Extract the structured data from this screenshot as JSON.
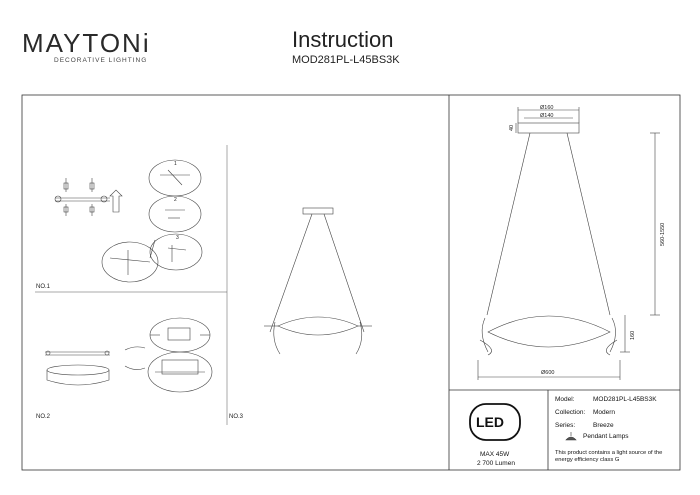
{
  "brand": {
    "name": "MAYTONi",
    "tagline": "DECORATIVE LIGHTING"
  },
  "header": {
    "title": "Instruction",
    "model": "MOD281PL-L45BS3K"
  },
  "steps": {
    "no1": "NO.1",
    "no2": "NO.2",
    "no3": "NO.3",
    "sub1": "1",
    "sub2": "2",
    "sub3": "3"
  },
  "dimensions": {
    "d1": "Ø160",
    "d2": "Ø140",
    "h_canopy": "40",
    "h_cable": "560-1550",
    "h_body": "160",
    "width": "Ø600"
  },
  "led_panel": {
    "icon_text": "LED",
    "max_power": "MAX 45W",
    "lumen": "2 700 Lumen"
  },
  "specs": {
    "model_label": "Model:",
    "model_value": "MOD281PL-L45BS3K",
    "collection_label": "Collection:",
    "collection_value": "Modern",
    "series_label": "Series:",
    "series_value": "Breeze",
    "type_value": "Pendant Lamps",
    "note_line1": "This product contains a light source of the",
    "note_line2": "energy efficiency class G"
  }
}
